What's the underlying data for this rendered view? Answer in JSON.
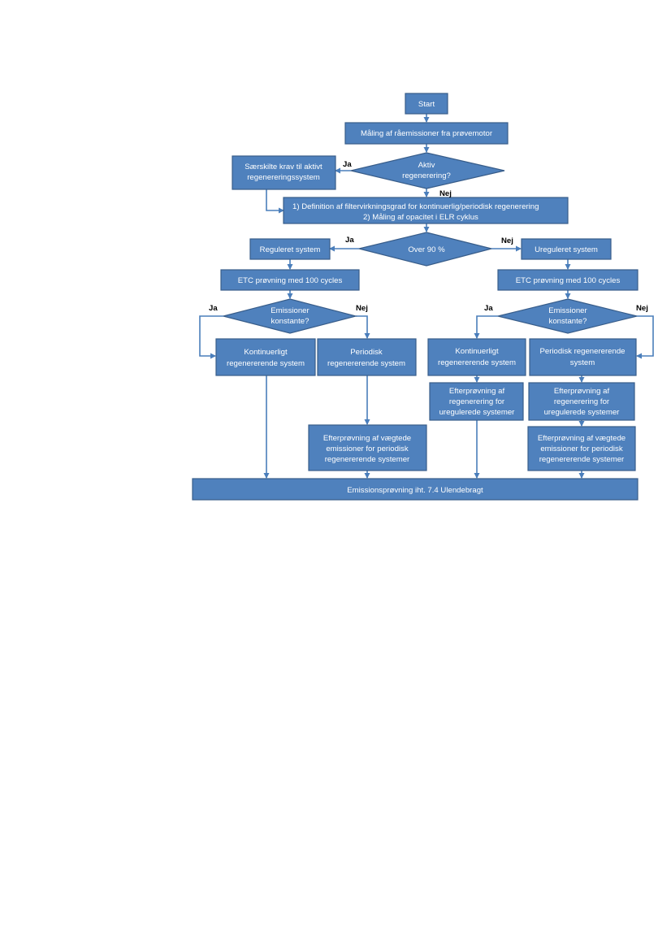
{
  "nodes": {
    "start": "Start",
    "raw_emissions": "Måling af råemissioner fra prøvemotor",
    "active_regen": [
      "Aktiv",
      "regenerering?"
    ],
    "separate_req": [
      "Særskilte krav til aktivt",
      "regenereringssystem"
    ],
    "definition": [
      "1)    Definition af filtervirkningsgrad for kontinuerlig/periodisk regenerering",
      "2)    Måling af opacitet i ELR cyklus"
    ],
    "over_90": "Over 90 %",
    "regulated": "Reguleret system",
    "unregulated": "Ureguleret system",
    "etc_left": "ETC prøvning med 100 cycles",
    "etc_right": "ETC prøvning med 100 cycles",
    "emissions_const_left": [
      "Emissioner",
      "konstante?"
    ],
    "emissions_const_right": [
      "Emissioner",
      "konstante?"
    ],
    "cont_left": [
      "Kontinuerligt",
      "regenererende system"
    ],
    "periodic_left": [
      "Periodisk",
      "regenererende system"
    ],
    "cont_right": [
      "Kontinuerligt",
      "regenererende system"
    ],
    "periodic_right": [
      "Periodisk regenererende",
      "system"
    ],
    "after_test_cont_right": [
      "Efterprøvning af",
      "regenerering for",
      "uregulerede systemer"
    ],
    "after_test_periodic_right": [
      "Efterprøvning af",
      "regenerering for",
      "uregulerede systemer"
    ],
    "weighted_left": [
      "Efterprøvning af vægtede",
      "emissioner for periodisk",
      "regenererende systemer"
    ],
    "weighted_right": [
      "Efterprøvning af vægtede",
      "emissioner for periodisk",
      "regenererende systemer"
    ],
    "final": "Emissionsprøvning iht. 7.4  Ulendebragt"
  },
  "edge_labels": {
    "active_yes": "Ja",
    "active_no": "Nej",
    "over90_yes": "Ja",
    "over90_no": "Nej",
    "left_yes": "Ja",
    "left_no": "Nej",
    "right_yes": "Ja",
    "right_no": "Nej"
  },
  "colors": {
    "node_fill": "#4f81bd",
    "node_stroke": "#385d8a",
    "edge": "#4a7ebb",
    "node_text": "#ffffff"
  }
}
